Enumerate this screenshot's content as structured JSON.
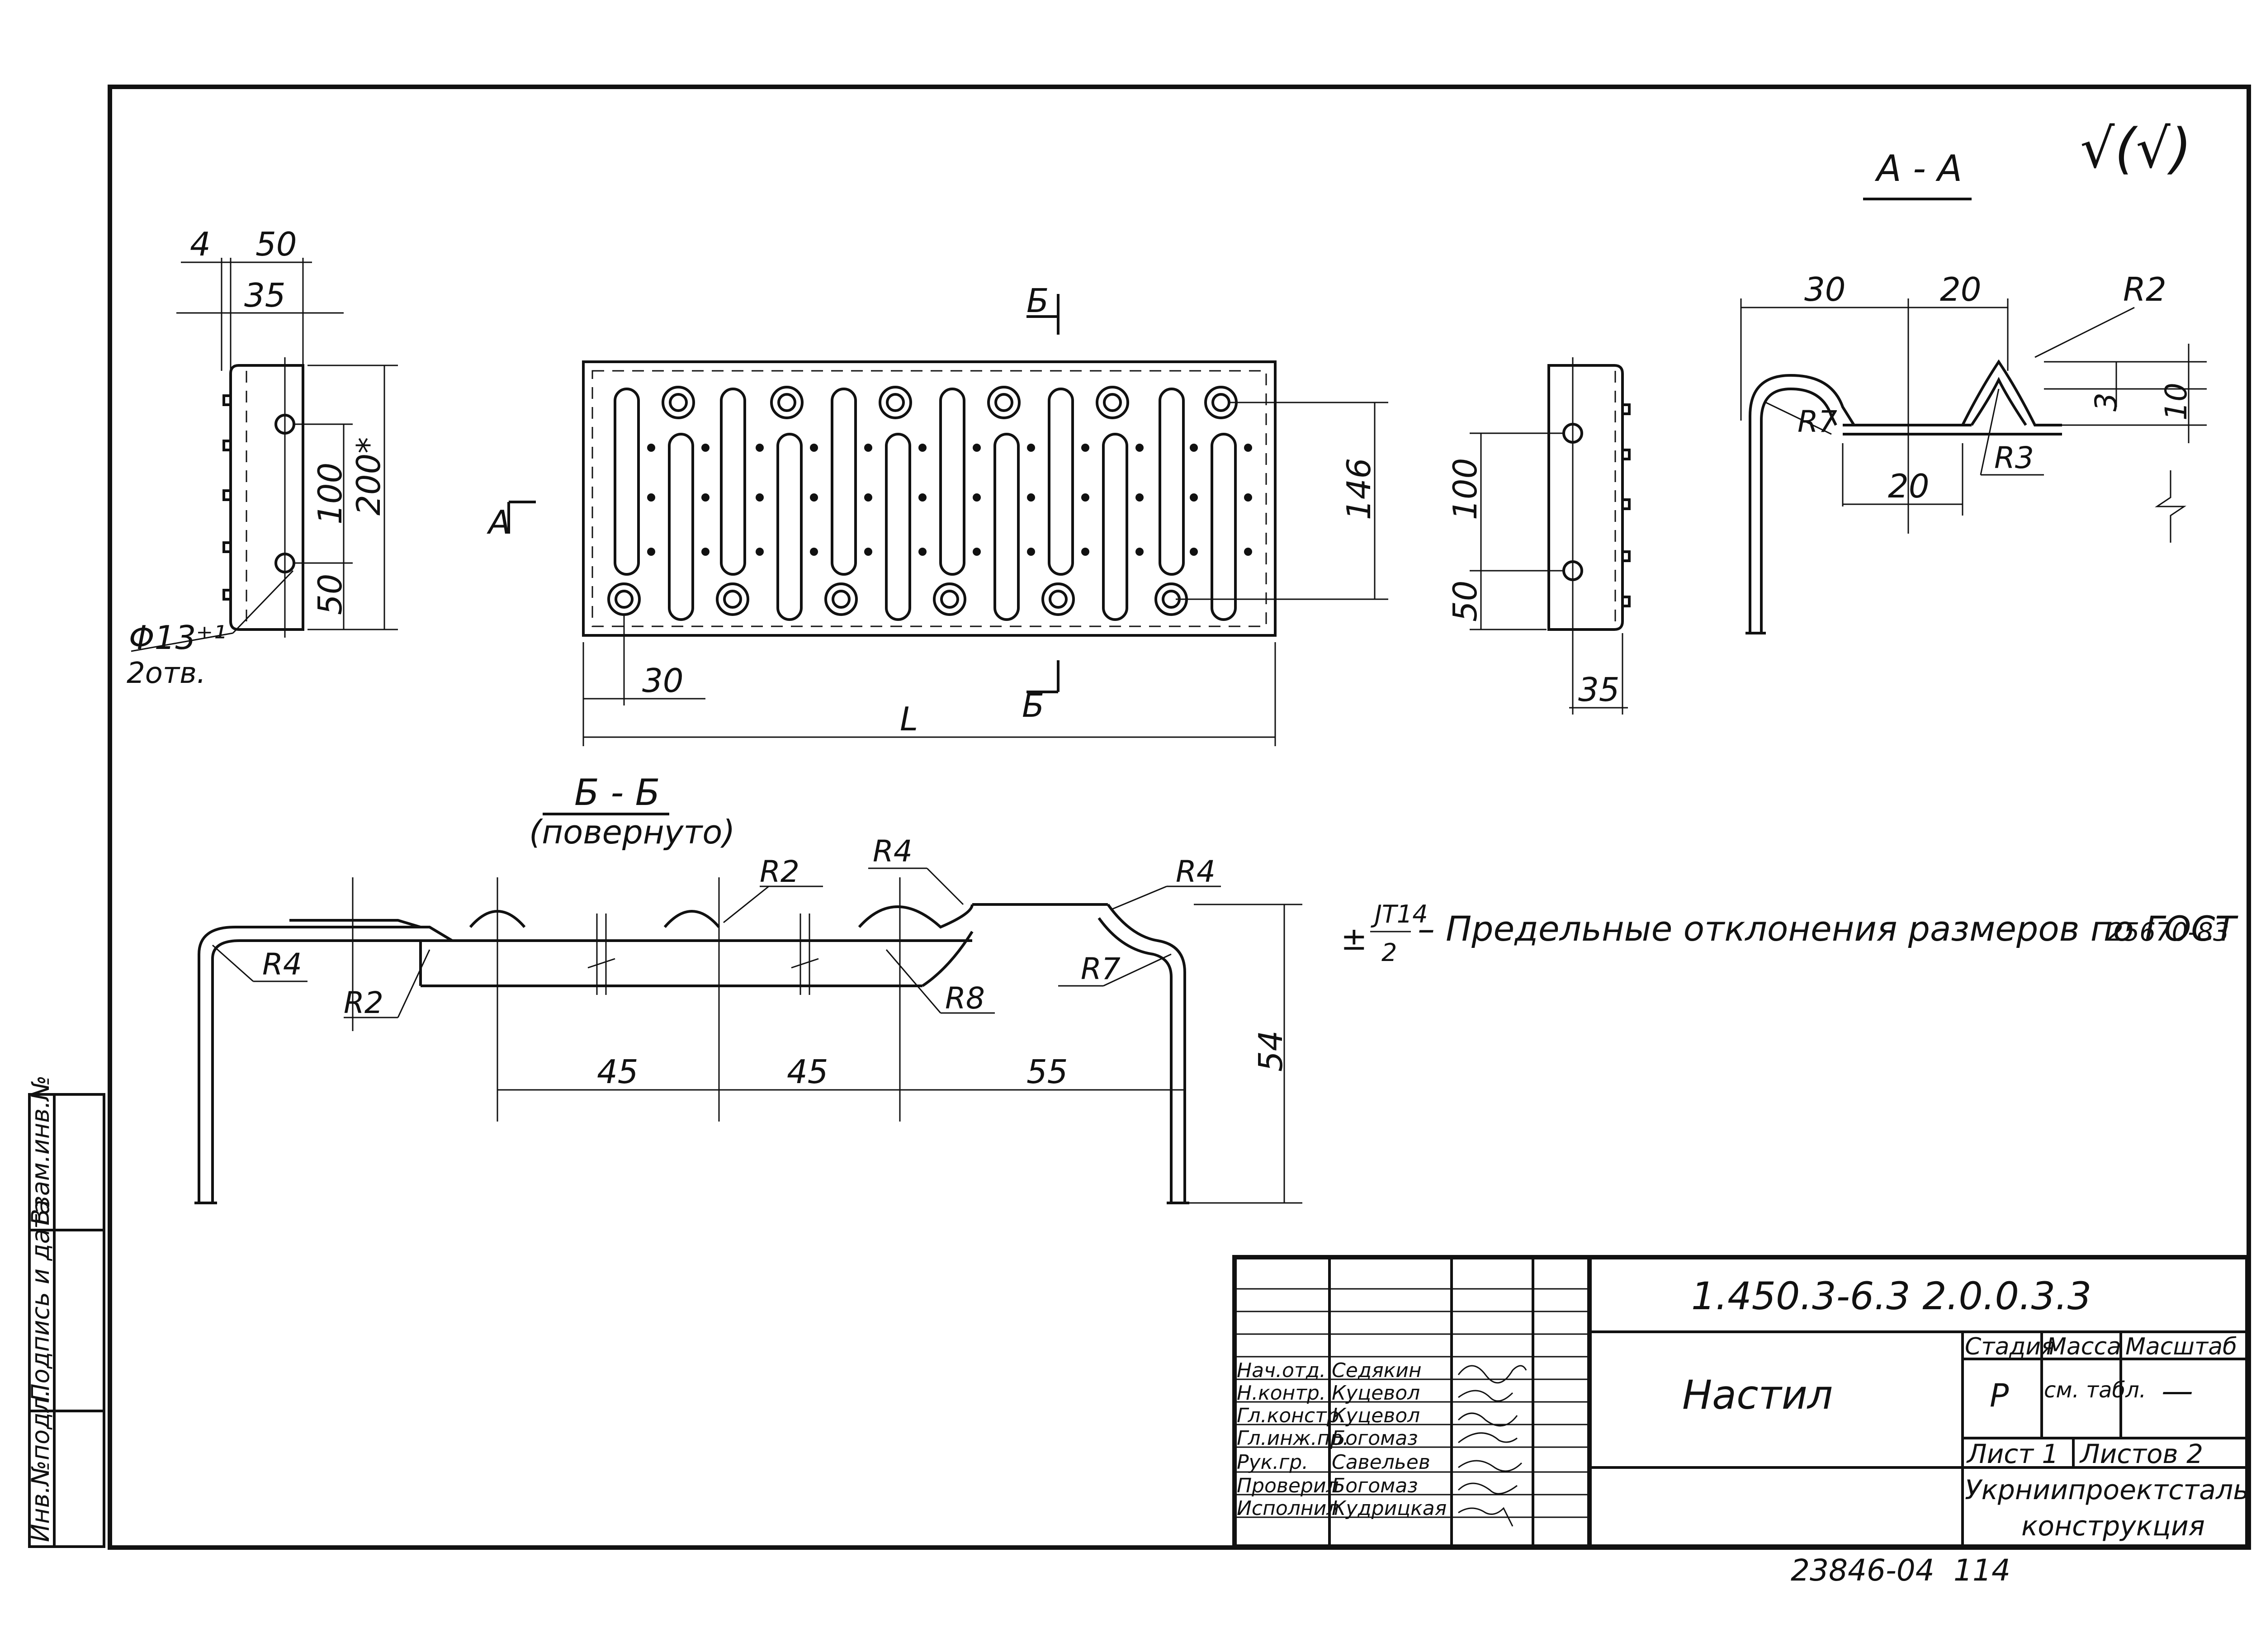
{
  "roughness": {
    "symbol": "√(√)"
  },
  "sections": {
    "a_a": "А - А",
    "b_b": "Б - Б",
    "b_b_note": "(повернуто)",
    "cut_b_top": "Б",
    "cut_b_bottom": "Б",
    "cut_a": "А"
  },
  "dimensions": {
    "side_left": {
      "d4": "4",
      "d50": "50",
      "d35": "35",
      "d100": "100",
      "d200": "200*",
      "d50b": "50",
      "hole": "Φ13⁺¹",
      "hole_count": "2отв."
    },
    "top": {
      "d146": "146",
      "d30": "30",
      "dL": "L"
    },
    "side_right": {
      "d100": "100",
      "d50": "50",
      "d35": "35"
    },
    "aa": {
      "d30": "30",
      "d20": "20",
      "r2": "R2",
      "r7": "R7",
      "d3": "3",
      "d10": "10",
      "d20b": "20",
      "r3": "R3"
    },
    "bb": {
      "r4a": "R4",
      "r2a": "R2",
      "r4b": "R4",
      "r4c": "R4",
      "r2b": "R2",
      "r8": "R8",
      "r7": "R7",
      "d45a": "45",
      "d45b": "45",
      "d55": "55",
      "d54": "54"
    }
  },
  "note": {
    "prefix": "±",
    "numerator": "JT14",
    "denominator": "2",
    "text": "– Предельные  отклонения   размеров по ГОСТ",
    "standard": "25670-83"
  },
  "side_stamp": {
    "col1": "Взам.инв.№",
    "col2": "Подпись и дата",
    "col3": "Инв.№подл."
  },
  "title_block": {
    "doc_code": "1.450.3-6.3  2.0.0.3.3",
    "title": "Настил",
    "stage_h": "Стадия",
    "mass_h": "Масса",
    "scale_h": "Масштаб",
    "stage": "Р",
    "mass": "см. табл.",
    "scale": "—",
    "sheet": "Лист 1",
    "sheets": "Листов 2",
    "org_line1": "Укрниипроектсталь",
    "org_line2": "конструкция",
    "roles": [
      {
        "role": "Нач.отд.",
        "name": "Седякин"
      },
      {
        "role": "Н.контр.",
        "name": "Куцевол"
      },
      {
        "role": "Гл.констр.",
        "name": "Куцевол"
      },
      {
        "role": "Гл.инж.пр.",
        "name": "Богомаз"
      },
      {
        "role": "Рук.гр.",
        "name": "Савельев"
      },
      {
        "role": "Проверил",
        "name": "Богомаз"
      },
      {
        "role": "Исполнил",
        "name": "Кудрицкая"
      }
    ]
  },
  "bottom_code": "23846-04",
  "page_number": "114"
}
